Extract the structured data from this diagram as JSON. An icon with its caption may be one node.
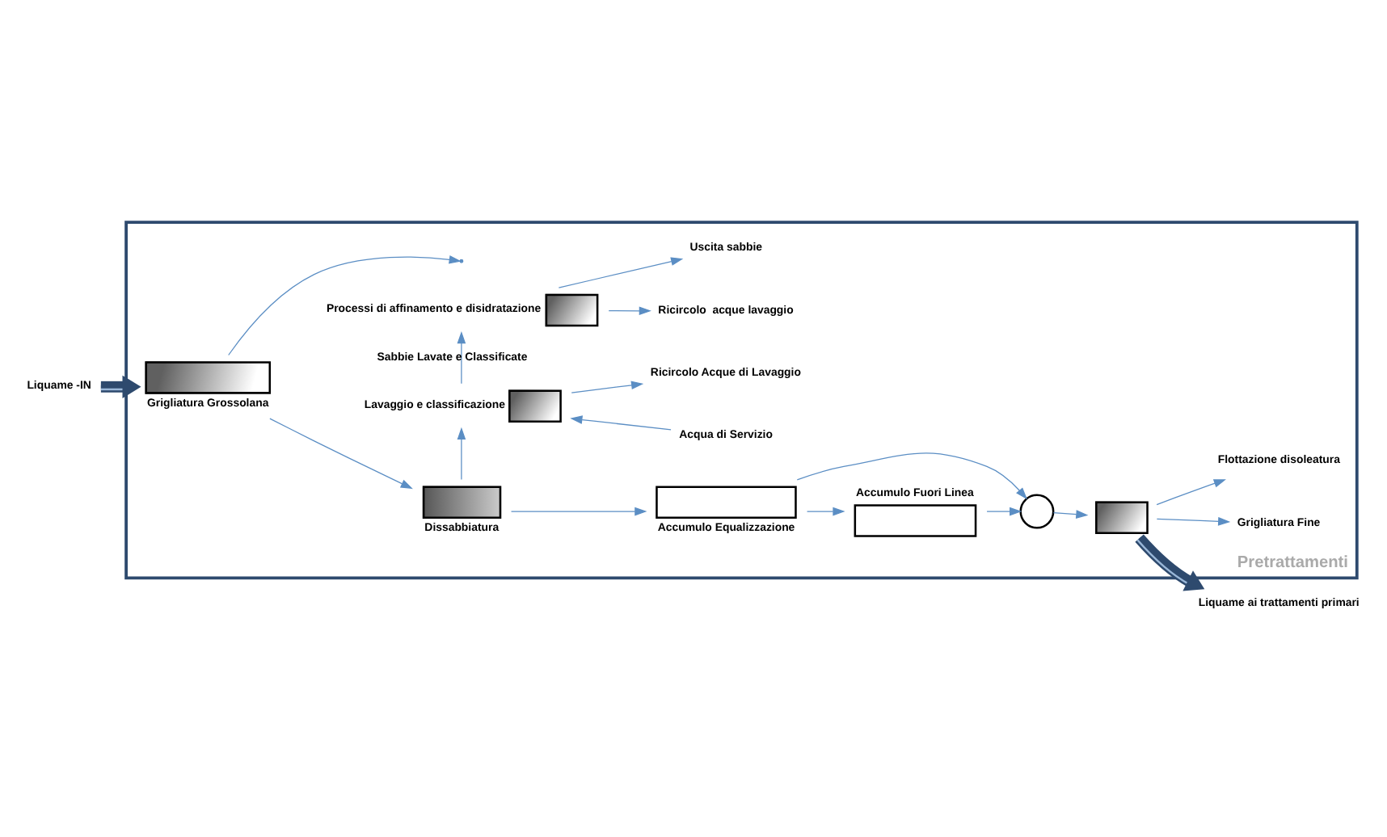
{
  "diagram": {
    "nodes": [
      {
        "text": [
          "Pretrattamenti"
        ]
      },
      {
        "text": [
          "Liquame -IN"
        ]
      },
      {
        "text": [
          "Grigliatura Grossolana"
        ],
        "in": 0
      },
      {
        "text": [
          "Dissabbiatura"
        ],
        "in": 0
      },
      {
        "text": [
          "Accumulo Equalizzazione"
        ],
        "in": 0
      },
      {
        "text": [
          "Accumulo Fuori Linea"
        ],
        "in": 0
      },
      {
        "text": [],
        "shape": "circle",
        "in": 0
      },
      {
        "text": [],
        "shape": "box",
        "in": 0
      },
      {
        "text": [
          "Grigliatura Fine"
        ],
        "in": 0
      },
      {
        "text": [
          "Flottazione disoleatura"
        ],
        "in": 0
      },
      {
        "text": [
          "Liquame ai trattamenti primari"
        ]
      },
      {
        "text": [
          "Lavaggio e classificazione"
        ],
        "in": 0
      },
      {
        "text": [
          "Acqua di Servizio"
        ],
        "in": 0
      },
      {
        "text": [
          "Ricircolo Acque di Lavaggio"
        ],
        "in": 0
      },
      {
        "text": [
          "Processi di affinamento e disidratazione"
        ],
        "in": 0
      },
      {
        "text": [
          "Uscita sabbie"
        ],
        "in": 0
      },
      {
        "text": [
          "Ricircolo  acque lavaggio"
        ],
        "in": 0
      }
    ],
    "edges": [
      {
        "from": 1,
        "to": 2,
        "arrow": "to",
        "style": "thick"
      },
      {
        "from": 2,
        "to": null,
        "arrow": "to"
      },
      {
        "from": 2,
        "to": 3,
        "arrow": "to"
      },
      {
        "from": 3,
        "to": 4,
        "arrow": "to"
      },
      {
        "from": 4,
        "to": 5,
        "arrow": "to"
      },
      {
        "from": 5,
        "to": 6,
        "arrow": "to"
      },
      {
        "from": 4,
        "to": 6,
        "arrow": "to"
      },
      {
        "from": 6,
        "to": 7,
        "arrow": "to"
      },
      {
        "from": 7,
        "to": 8,
        "arrow": "to"
      },
      {
        "from": 7,
        "to": 9,
        "arrow": "to"
      },
      {
        "from": 7,
        "to": 10,
        "arrow": "to",
        "style": "thick"
      },
      {
        "from": 3,
        "to": 11,
        "arrow": "to"
      },
      {
        "from": 12,
        "to": 11,
        "arrow": "to"
      },
      {
        "from": 11,
        "to": 13,
        "arrow": "to"
      },
      {
        "from": 11,
        "to": 14,
        "label": "Sabbie Lavate e Classificate",
        "arrow": "to"
      },
      {
        "from": 14,
        "to": 15,
        "arrow": "to"
      },
      {
        "from": 14,
        "to": 16,
        "arrow": "to"
      }
    ]
  }
}
